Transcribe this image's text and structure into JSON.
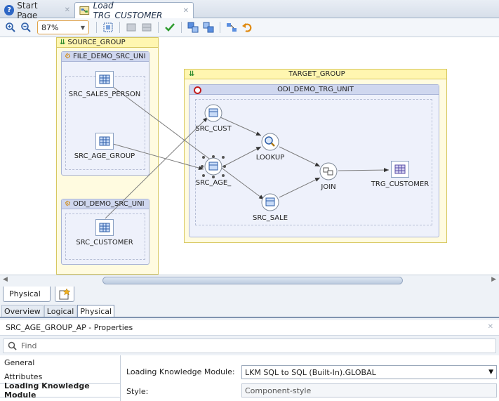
{
  "tabs": [
    {
      "label": "Start Page"
    },
    {
      "label": "Load TRG_CUSTOMER"
    }
  ],
  "toolbar": {
    "zoom": "87%"
  },
  "canvas": {
    "source_group": {
      "title": "SOURCE_GROUP",
      "units": [
        {
          "title": "FILE_DEMO_SRC_UNI",
          "nodes": [
            "SRC_SALES_PERSON",
            "SRC_AGE_GROUP"
          ]
        },
        {
          "title": "ODI_DEMO_SRC_UNI",
          "nodes": [
            "SRC_CUSTOMER"
          ]
        }
      ]
    },
    "target_group": {
      "title": "TARGET_GROUP",
      "unit_title": "ODI_DEMO_TRG_UNIT",
      "nodes": {
        "src_cust": "SRC_CUST",
        "src_age": "SRC_AGE_",
        "src_sale": "SRC_SALE",
        "lookup": "LOOKUP",
        "join": "JOIN",
        "trg_customer": "TRG_CUSTOMER"
      }
    }
  },
  "diagram_tabs": {
    "physical": "Physical"
  },
  "editor_tabs": [
    "Overview",
    "Logical",
    "Physical"
  ],
  "properties": {
    "title": "SRC_AGE_GROUP_AP - Properties",
    "find_placeholder": "Find",
    "sections": [
      "General",
      "Attributes",
      "Loading Knowledge Module"
    ],
    "fields": {
      "lkm_label": "Loading Knowledge Module:",
      "lkm_value": "LKM SQL to SQL (Built-In).GLOBAL",
      "style_label": "Style:",
      "style_value": "Component-style"
    }
  },
  "colors": {
    "group_bg": "#fffbe0",
    "unit_bg": "#eef1fb",
    "accent": "#e0a34a"
  }
}
